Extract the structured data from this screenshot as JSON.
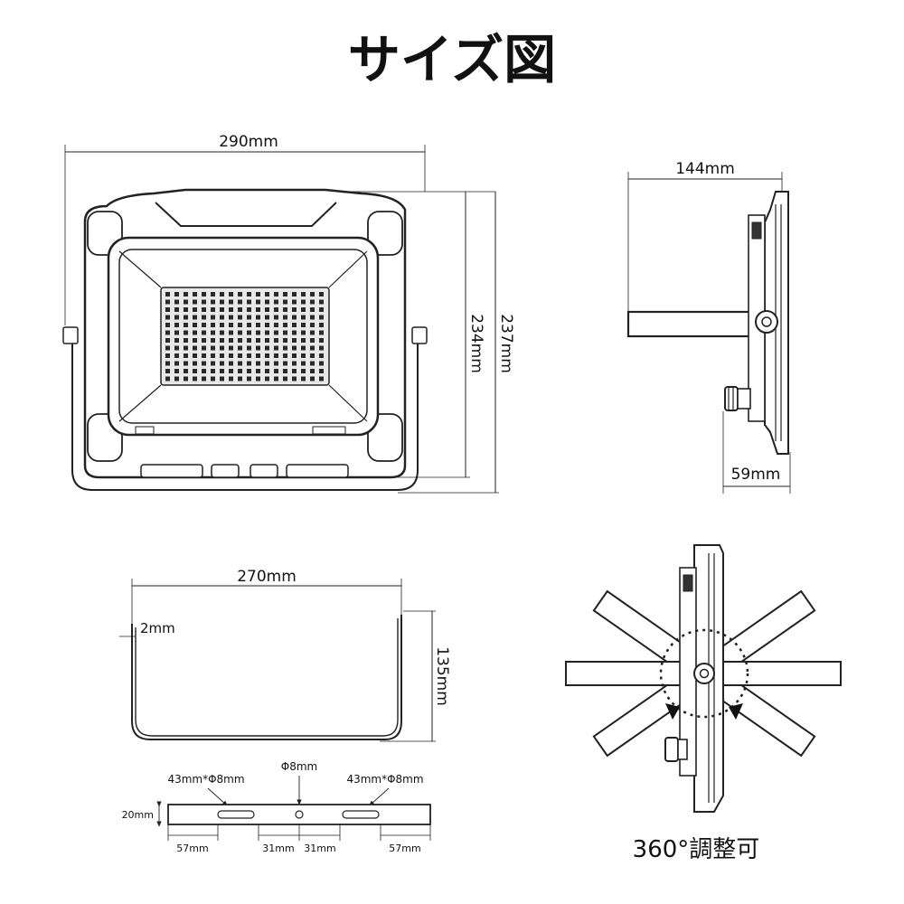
{
  "title": "サイズ図",
  "front_view": {
    "width_label": "290mm",
    "height_body_label": "234mm",
    "height_total_label": "237mm"
  },
  "side_view": {
    "depth_label": "144mm",
    "body_depth_label": "59mm"
  },
  "bracket_view": {
    "width_label": "270mm",
    "thickness_label": "2mm",
    "height_label": "135mm"
  },
  "bracket_holes": {
    "slot_left_label": "43mm*Φ8mm",
    "center_hole_label": "Φ8mm",
    "slot_right_label": "43mm*Φ8mm",
    "height_label": "20mm",
    "seg1_label": "57mm",
    "seg2_label": "31mm",
    "seg3_label": "31mm",
    "seg4_label": "57mm"
  },
  "rotation_view": {
    "caption": "360°調整可"
  }
}
